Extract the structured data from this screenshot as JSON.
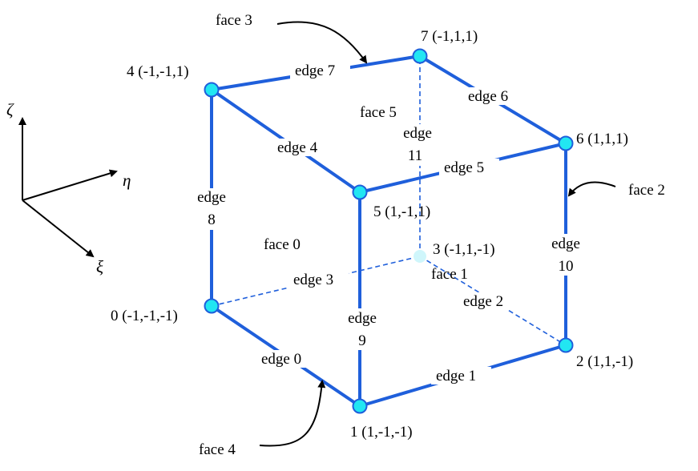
{
  "colors": {
    "edge": "#1f5fdb",
    "node_fill": "#22e6f2",
    "node_stroke": "#1f5fdb",
    "text": "#000000"
  },
  "axes": {
    "zeta": "ζ",
    "eta": "η",
    "xi": "ξ"
  },
  "vertices": {
    "v0": "0 (-1,-1,-1)",
    "v1": "1 (1,-1,-1)",
    "v2": "2 (1,1,-1)",
    "v3": "3 (-1,1,-1)",
    "v4": "4 (-1,-1,1)",
    "v5": "5 (1,-1,1)",
    "v6": "6 (1,1,1)",
    "v7": "7 (-1,1,1)"
  },
  "edges": {
    "e0": "edge 0",
    "e1": "edge 1",
    "e2": "edge 2",
    "e3": "edge 3",
    "e4": "edge 4",
    "e5": "edge 5",
    "e6": "edge 6",
    "e7": "edge 7",
    "e8_word": "edge",
    "e8_num": "8",
    "e9_word": "edge",
    "e9_num": "9",
    "e10_word": "edge",
    "e10_num": "10",
    "e11_word": "edge",
    "e11_num": "11"
  },
  "faces": {
    "f0": "face 0",
    "f1": "face 1",
    "f2": "face 2",
    "f3": "face 3",
    "f4": "face 4",
    "f5": "face 5"
  }
}
